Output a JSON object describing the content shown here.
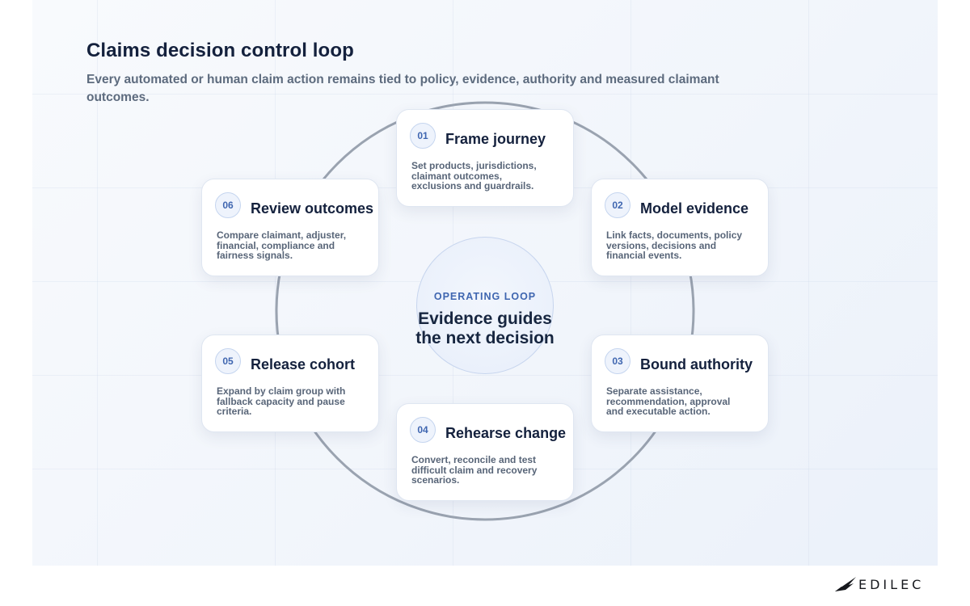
{
  "header": {
    "title": "Claims decision control loop",
    "subtitle": "Every automated or human claim action remains tied to policy, evidence, authority and measured claimant outcomes."
  },
  "center": {
    "kicker": "OPERATING LOOP",
    "text": "Evidence guides the next decision"
  },
  "steps": [
    {
      "number": "01",
      "title": "Frame journey",
      "description": "Set products, jurisdictions, claimant outcomes, exclusions and guardrails."
    },
    {
      "number": "02",
      "title": "Model evidence",
      "description": "Link facts, documents, policy versions, decisions and financial events."
    },
    {
      "number": "03",
      "title": "Bound authority",
      "description": "Separate assistance, recommendation, approval and executable action."
    },
    {
      "number": "04",
      "title": "Rehearse change",
      "description": "Convert, reconcile and test difficult claim and recovery scenarios."
    },
    {
      "number": "05",
      "title": "Release cohort",
      "description": "Expand by claim group with fallback capacity and pause criteria."
    },
    {
      "number": "06",
      "title": "Review outcomes",
      "description": "Compare claimant, adjuster, financial, compliance and fairness signals."
    }
  ],
  "brand": {
    "name": "EDILEC",
    "logo_icon": "wing-icon"
  },
  "colors": {
    "accent": "#3f66b0",
    "title": "#14213d",
    "muted": "#5d6b7e",
    "ring": "#9aa3b0"
  }
}
